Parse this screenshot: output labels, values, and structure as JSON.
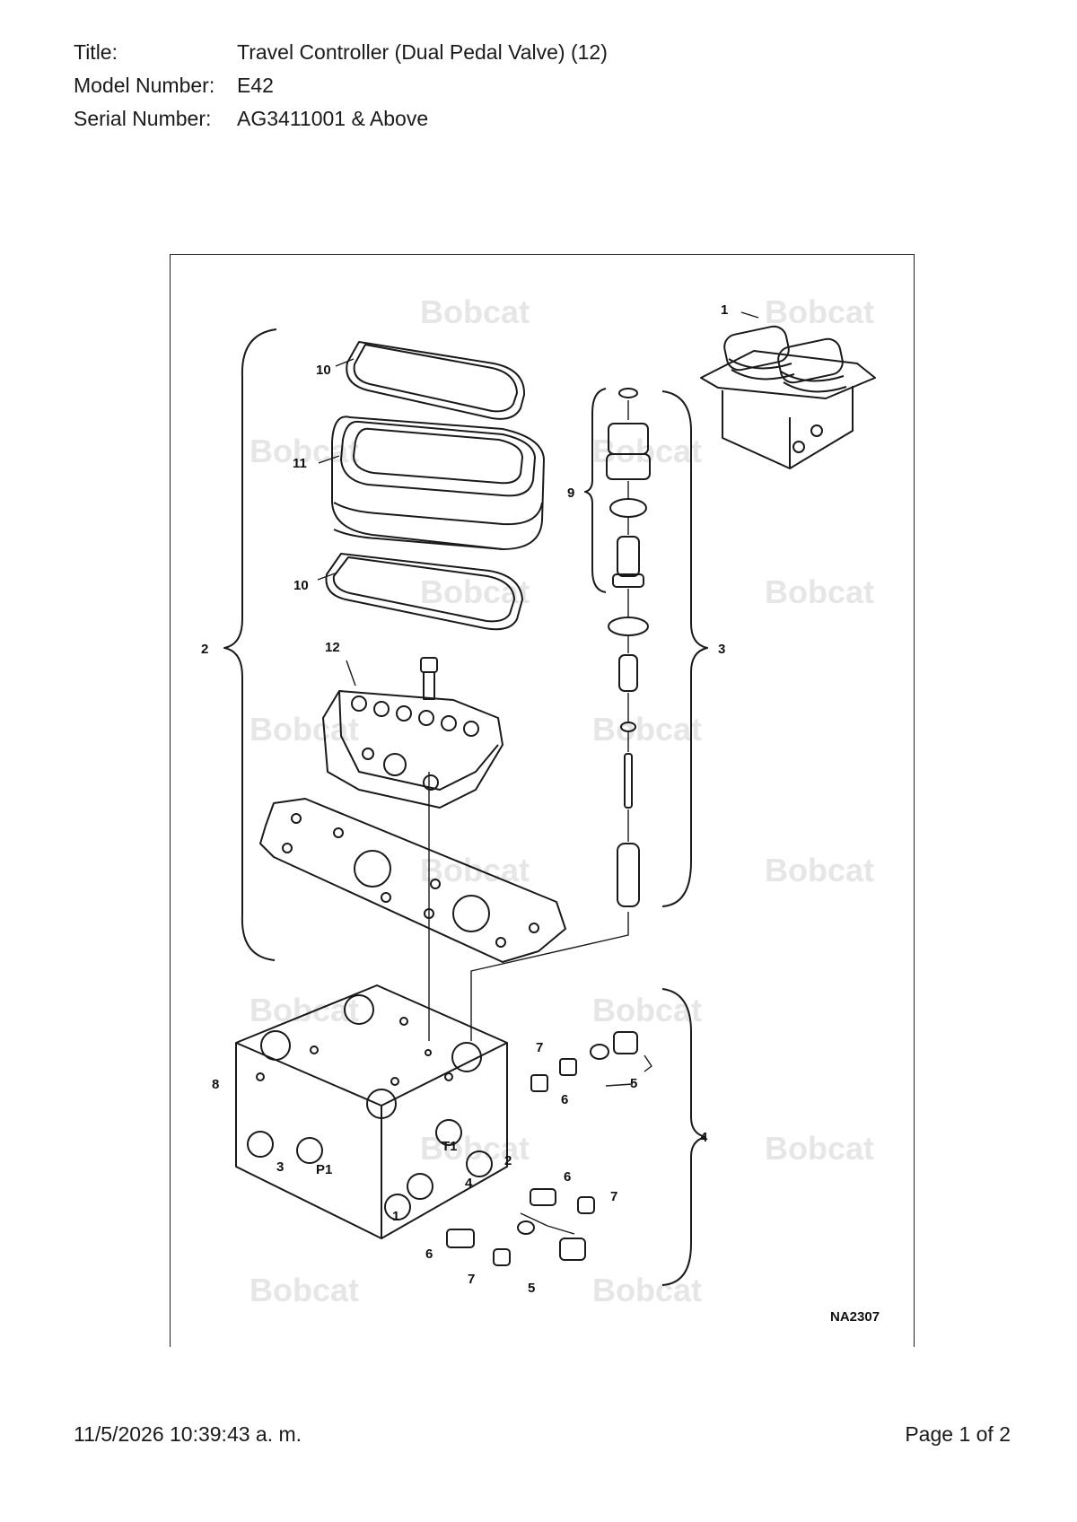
{
  "header": {
    "rows": [
      {
        "label": "Title:",
        "value": "Travel Controller (Dual Pedal Valve) (12)"
      },
      {
        "label": "Model Number:",
        "value": "E42"
      },
      {
        "label": "Serial Number:",
        "value": "AG3411001 & Above"
      }
    ]
  },
  "diagram": {
    "watermark": "Bobcat",
    "figure_id": "NA2307",
    "callouts": [
      "1",
      "2",
      "3",
      "4",
      "5",
      "5",
      "6",
      "6",
      "6",
      "7",
      "7",
      "7",
      "8",
      "9",
      "10",
      "10",
      "11",
      "12"
    ],
    "port_labels": [
      "T1",
      "P1",
      "3",
      "1",
      "2",
      "4"
    ]
  },
  "footer": {
    "timestamp": "11/5/2026 10:39:43 a. m.",
    "page": "Page 1 of 2"
  }
}
